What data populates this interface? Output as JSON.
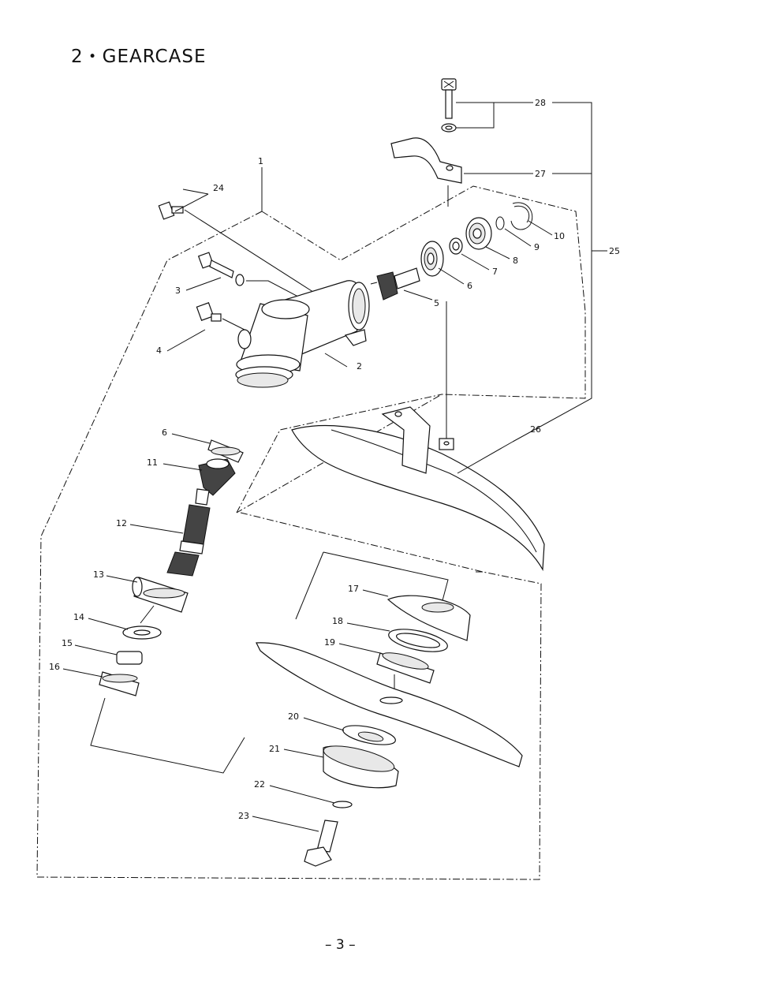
{
  "title": "2・GEARCASE",
  "page_number": "– 3 –",
  "callouts": [
    "1",
    "2",
    "3",
    "4",
    "5",
    "6",
    "6",
    "7",
    "8",
    "9",
    "10",
    "11",
    "12",
    "13",
    "14",
    "15",
    "16",
    "17",
    "18",
    "19",
    "20",
    "21",
    "22",
    "23",
    "24",
    "25",
    "26",
    "27",
    "28"
  ]
}
